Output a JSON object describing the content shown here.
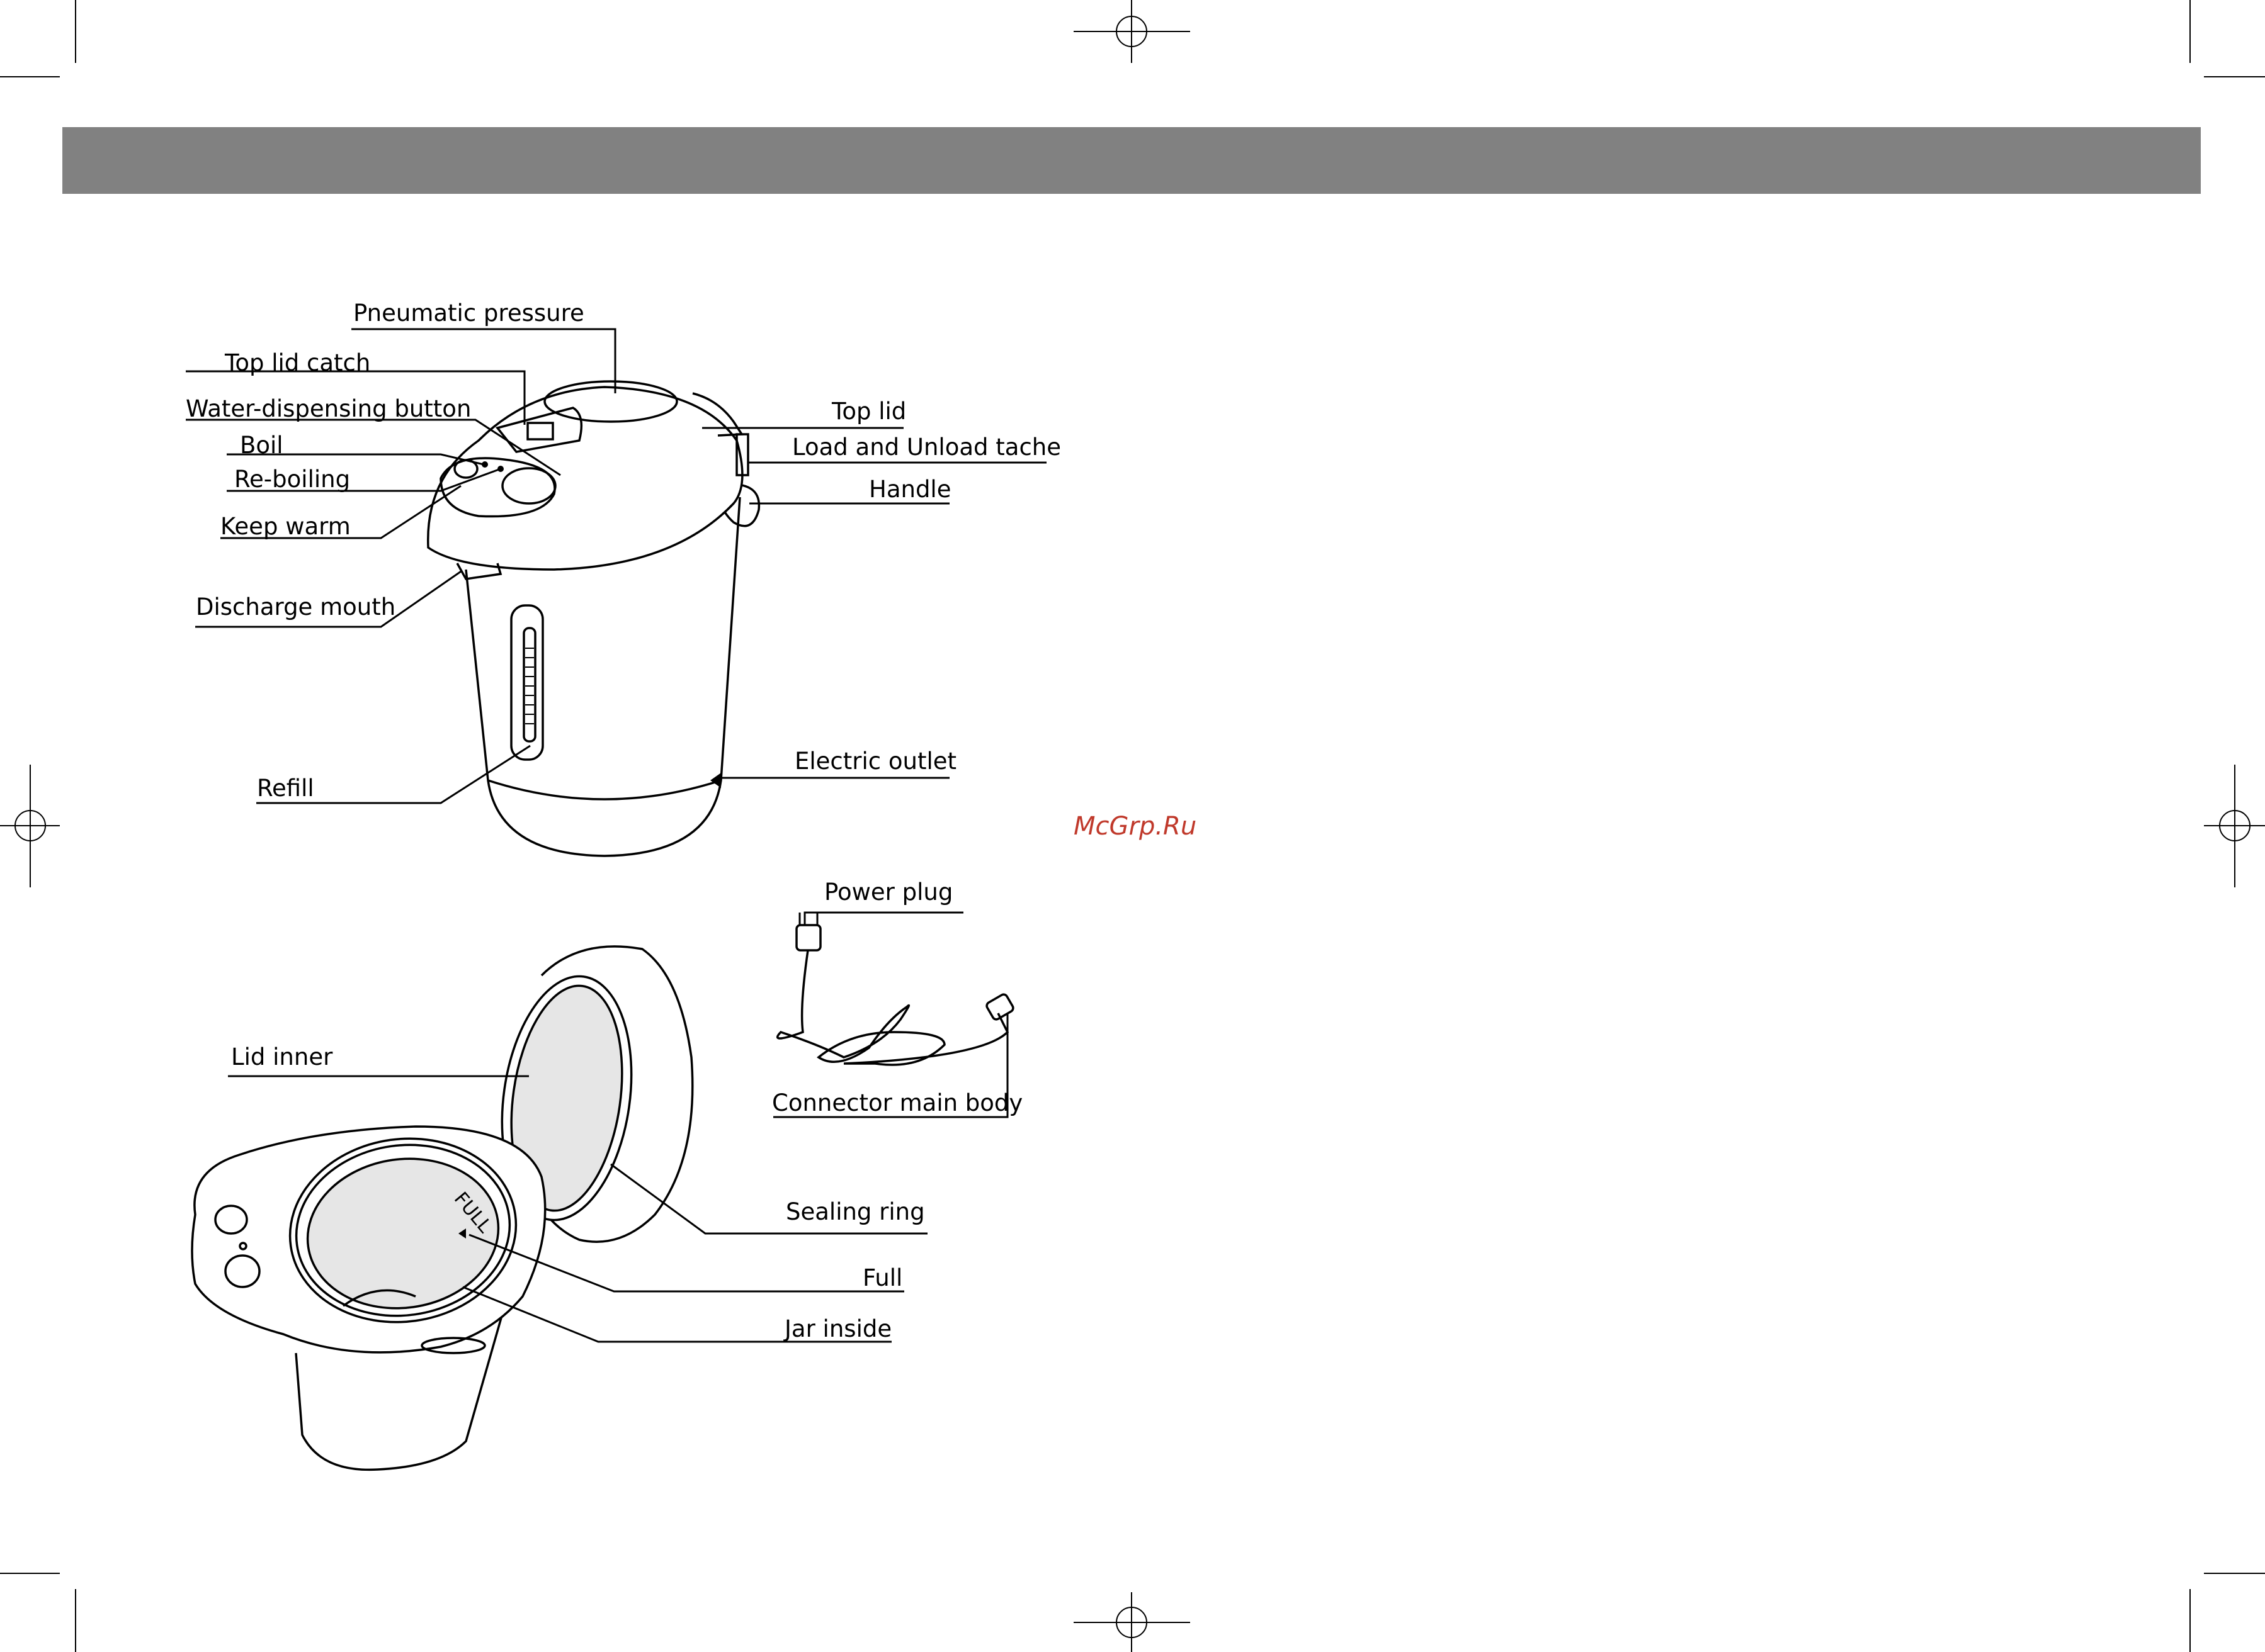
{
  "labels": {
    "pneumatic_pressure": "Pneumatic pressure",
    "top_lid_catch": "Top lid catch",
    "water_dispensing_button": "Water-dispensing button",
    "boil": "Boil",
    "re_boiling": "Re-boiling",
    "keep_warm": "Keep warm",
    "discharge_mouth": "Discharge mouth",
    "refill": "Refill",
    "top_lid": "Top lid",
    "load_unload_tache": "Load and Unload tache",
    "handle": "Handle",
    "electric_outlet": "Electric outlet",
    "power_plug": "Power plug",
    "connector_main_body": "Connector main body",
    "lid_inner": "Lid inner",
    "sealing_ring": "Sealing ring",
    "full": "Full",
    "jar_inside": "Jar inside",
    "full_mark": "FULL"
  },
  "watermark": "McGrp.Ru",
  "colors": {
    "header_bar": "#818181",
    "watermark": "#c0392b",
    "inner_fill": "#e6e6e6"
  }
}
